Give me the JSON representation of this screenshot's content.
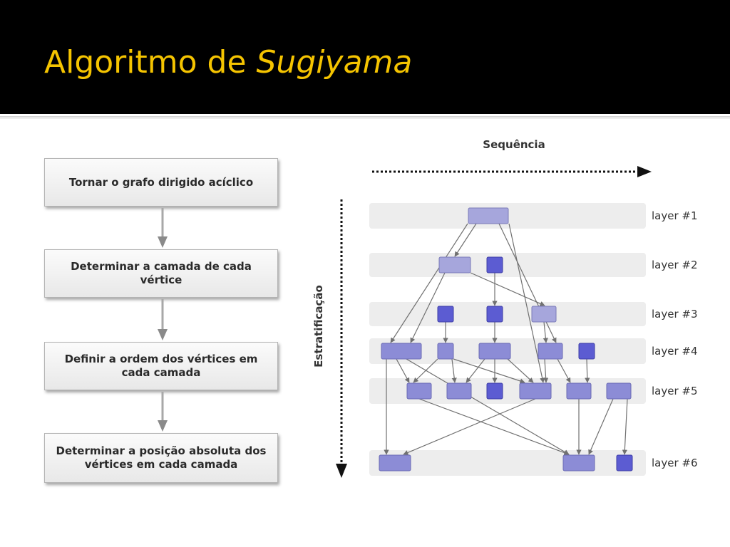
{
  "slide": {
    "title_regular": "Algoritmo de ",
    "title_italic": "Sugiyama",
    "title_color": "#f5c400"
  },
  "steps": [
    "Tornar o grafo dirigido acíclico",
    "Determinar a camada de cada vértice",
    "Definir a ordem dos vértices em cada camada",
    "Determinar a posição absoluta dos vértices em cada camada"
  ],
  "diagram": {
    "sequence_label": "Sequência",
    "stratification_label": "Estratificação",
    "layers": [
      "layer #1",
      "layer #2",
      "layer #3",
      "layer #4",
      "layer #5",
      "layer #6"
    ],
    "colors": {
      "node_light": "#a6a6dc",
      "node_mid": "#8c8cd6",
      "node_dark": "#5c5cd2",
      "band": "#ededed",
      "edge": "#707070"
    },
    "nodes": [
      {
        "id": "A",
        "layer": 1,
        "shade": "light"
      },
      {
        "id": "B",
        "layer": 2,
        "shade": "light"
      },
      {
        "id": "C",
        "layer": 2,
        "shade": "dark"
      },
      {
        "id": "D",
        "layer": 3,
        "shade": "dark"
      },
      {
        "id": "E",
        "layer": 3,
        "shade": "dark"
      },
      {
        "id": "F",
        "layer": 3,
        "shade": "light"
      },
      {
        "id": "G",
        "layer": 4,
        "shade": "mid"
      },
      {
        "id": "H",
        "layer": 4,
        "shade": "mid"
      },
      {
        "id": "I",
        "layer": 4,
        "shade": "mid"
      },
      {
        "id": "J",
        "layer": 4,
        "shade": "mid"
      },
      {
        "id": "K",
        "layer": 4,
        "shade": "dark"
      },
      {
        "id": "L",
        "layer": 5,
        "shade": "mid"
      },
      {
        "id": "M",
        "layer": 5,
        "shade": "mid"
      },
      {
        "id": "N",
        "layer": 5,
        "shade": "dark"
      },
      {
        "id": "O",
        "layer": 5,
        "shade": "mid"
      },
      {
        "id": "P",
        "layer": 5,
        "shade": "mid"
      },
      {
        "id": "Q",
        "layer": 5,
        "shade": "mid"
      },
      {
        "id": "R",
        "layer": 6,
        "shade": "mid"
      },
      {
        "id": "S",
        "layer": 6,
        "shade": "mid"
      },
      {
        "id": "T",
        "layer": 6,
        "shade": "dark"
      }
    ],
    "edges": [
      [
        "A",
        "G"
      ],
      [
        "A",
        "B"
      ],
      [
        "A",
        "O"
      ],
      [
        "A",
        "J"
      ],
      [
        "B",
        "G"
      ],
      [
        "B",
        "F"
      ],
      [
        "C",
        "E"
      ],
      [
        "D",
        "H"
      ],
      [
        "E",
        "I"
      ],
      [
        "F",
        "J"
      ],
      [
        "G",
        "L"
      ],
      [
        "G",
        "R"
      ],
      [
        "G",
        "S"
      ],
      [
        "H",
        "L"
      ],
      [
        "H",
        "M"
      ],
      [
        "H",
        "O"
      ],
      [
        "I",
        "N"
      ],
      [
        "I",
        "M"
      ],
      [
        "I",
        "O"
      ],
      [
        "J",
        "O"
      ],
      [
        "J",
        "P"
      ],
      [
        "K",
        "P"
      ],
      [
        "L",
        "S"
      ],
      [
        "O",
        "R"
      ],
      [
        "P",
        "S"
      ],
      [
        "Q",
        "S"
      ],
      [
        "Q",
        "T"
      ]
    ]
  }
}
